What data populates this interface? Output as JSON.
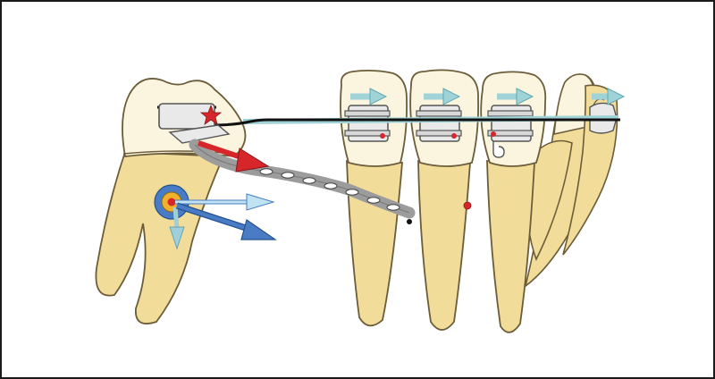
{
  "diagram": {
    "colors": {
      "enamel": "#fbf4df",
      "root": "#f2dc9a",
      "tooth_outline": "#6b5d3a",
      "archwire": "#111111",
      "bracket_fill": "#e9e9e9",
      "bracket_outline": "#555555",
      "chain_fill": "#9c9c9c",
      "chain_outline": "#555555",
      "applied_force": "#d7262a",
      "resultant_force": "#4a7cc6",
      "component_force": "#9fd0e8",
      "mesial_movement": "#9fd3d8",
      "center_of_resistance": "#d7262a",
      "tube_ring_outer": "#4a7cc6",
      "tube_ring_inner": "#f0b12d"
    },
    "icons": {
      "tube_marker": "red-star",
      "premolar_marker": "red-dot",
      "movement": "teal-right-arrow"
    }
  }
}
